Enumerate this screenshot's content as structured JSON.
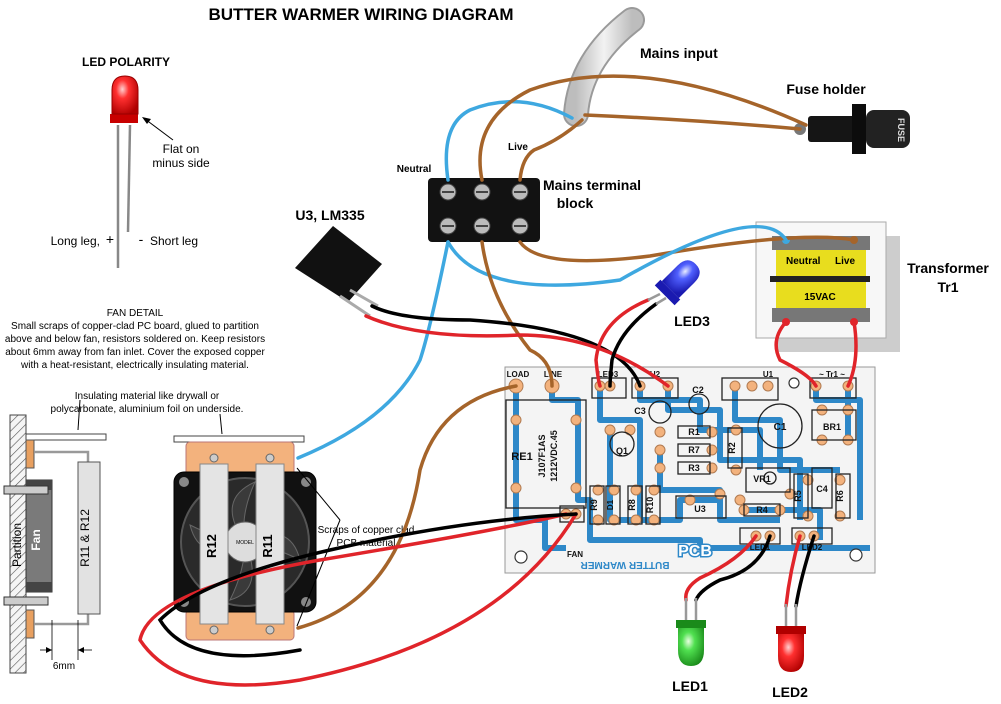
{
  "title": "BUTTER WARMER WIRING DIAGRAM",
  "led_polarity": {
    "heading": "LED POLARITY",
    "flat_line1": "Flat on",
    "flat_line2": "minus side",
    "long_leg": "Long leg,",
    "plus": "+",
    "minus": "-",
    "short_leg": "Short leg"
  },
  "labels": {
    "mains_input": "Mains input",
    "fuse_holder": "Fuse holder",
    "fuse_text": "FUSE",
    "neutral": "Neutral",
    "live": "Live",
    "terminal_line1": "Mains terminal",
    "terminal_line2": "block",
    "u3": "U3, LM335",
    "transformer_line1": "Transformer",
    "transformer_line2": "Tr1",
    "tr_neutral": "Neutral",
    "tr_live": "Live",
    "tr_15vac": "15VAC",
    "led3": "LED3",
    "led1": "LED1",
    "led2": "LED2",
    "pcb": "PCB"
  },
  "fan_detail": {
    "heading": "FAN DETAIL",
    "lines": [
      "Small scraps of copper-clad PC board, glued to partition",
      "above and below fan, resistors soldered on.  Keep resistors",
      "about 6mm away from fan inlet.  Cover the exposed copper",
      "with a heat-resistant, electrically insulating material."
    ],
    "insulating_line1": "Insulating material like drywall or",
    "insulating_line2": "polycarbonate, aluminium foil  on underside.",
    "partition": "Partition",
    "fan": "Fan",
    "r11_r12": "R11 & R12",
    "six_mm": "6mm",
    "r12": "R12",
    "r11": "R11",
    "scraps_line1": "Scraps of copper clad",
    "scraps_line2": "PCB material"
  },
  "pcb_labels": {
    "load": "LOAD",
    "line": "LINE",
    "led3": "LED3",
    "u2": "U2",
    "u1": "U1",
    "tr1": "~ Tr1 ~",
    "re1": "RE1",
    "relay_line1": "J107F1AS",
    "relay_line2": "1212VDC.45",
    "c2": "C2",
    "c3": "C3",
    "q1": "Q1",
    "r1": "R1",
    "r2": "R2",
    "r3": "R3",
    "r4": "R4",
    "r5": "R5",
    "r6": "R6",
    "r7": "R7",
    "r8": "R8",
    "r9": "R9",
    "r10": "R10",
    "c1": "C1",
    "c4": "C4",
    "br1": "BR1",
    "vr1": "VR1",
    "u3": "U3",
    "d1": "D1",
    "fan": "FAN",
    "led1": "LED1",
    "led2": "LED2",
    "butter_warmer": "BUTTER WARMER",
    "fan_sticker": "MODEL"
  },
  "colors": {
    "pcb_trace": "#2e88c8",
    "wire_brown": "#a5642a",
    "wire_blue": "#3ea8e0",
    "wire_red": "#e0242a",
    "copper": "#f3b27d",
    "transformer_core": "#e8dd1e"
  }
}
